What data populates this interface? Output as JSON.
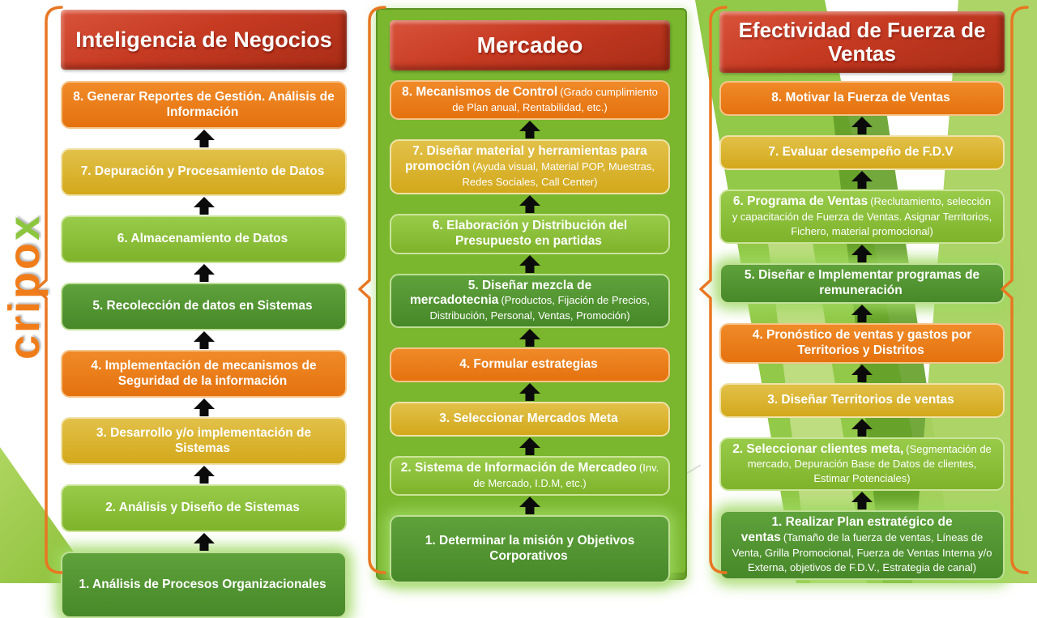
{
  "palette": {
    "header_red": "#C23A21",
    "orange": "#E87D1A",
    "gold": "#D9B32B",
    "light_green": "#8CC63E",
    "dark_green": "#53962E",
    "panel_green": "#7AB62E",
    "bracket_orange": "#E87722",
    "arrow_black": "#0B0B0B",
    "logo_orange": "#F07D1A",
    "logo_green": "#8CC63E"
  },
  "icons": {
    "up_arrow": "black solid up arrow (triangle head + stem)",
    "bracket": "orange curly-brace frame"
  },
  "logo": {
    "orange_part": "cripo",
    "green_part": "x"
  },
  "columns": [
    {
      "title": "Inteligencia de Negocios",
      "steps": [
        {
          "main": "8. Generar Reportes de Gestión. Análisis de Información",
          "note": ""
        },
        {
          "main": "7. Depuración y Procesamiento de Datos",
          "note": ""
        },
        {
          "main": "6. Almacenamiento de Datos",
          "note": ""
        },
        {
          "main": "5. Recolección de datos en Sistemas",
          "note": ""
        },
        {
          "main": "4. Implementación de mecanismos de Seguridad de la información",
          "note": ""
        },
        {
          "main": "3. Desarrollo y/o implementación de Sistemas",
          "note": ""
        },
        {
          "main": "2. Análisis y Diseño de Sistemas",
          "note": ""
        },
        {
          "main": "1. Análisis de Procesos Organizacionales",
          "note": ""
        }
      ]
    },
    {
      "title": "Mercadeo",
      "steps": [
        {
          "main": "8. Mecanismos de Control",
          "note": "(Grado cumplimiento de Plan anual, Rentabilidad, etc.)"
        },
        {
          "main": "7. Diseñar material y herramientas para promoción",
          "note": "(Ayuda visual, Material POP, Muestras, Redes Sociales, Call Center)"
        },
        {
          "main": "6. Elaboración y Distribución del Presupuesto en partidas",
          "note": ""
        },
        {
          "main": "5. Diseñar mezcla de mercadotecnia",
          "note": "(Productos, Fijación de Precios, Distribución, Personal, Ventas, Promoción)"
        },
        {
          "main": "4. Formular estrategias",
          "note": ""
        },
        {
          "main": "3. Seleccionar Mercados Meta",
          "note": ""
        },
        {
          "main": "2. Sistema de Información de Mercadeo",
          "note": "(Inv. de Mercado, I.D.M, etc.)"
        },
        {
          "main": "1. Determinar la misión y Objetivos Corporativos",
          "note": ""
        }
      ]
    },
    {
      "title": "Efectividad de Fuerza de Ventas",
      "steps": [
        {
          "main": "8. Motivar la Fuerza de Ventas",
          "note": ""
        },
        {
          "main": "7. Evaluar desempeño de F.D.V",
          "note": ""
        },
        {
          "main": "6. Programa de Ventas",
          "note": "(Reclutamiento, selección y capacitación de Fuerza de Ventas. Asignar Territorios, Fichero, material promocional)"
        },
        {
          "main": "5. Diseñar e Implementar programas de remuneración",
          "note": ""
        },
        {
          "main": "4. Pronóstico de ventas y gastos por Territorios y Distritos",
          "note": ""
        },
        {
          "main": "3. Diseñar Territorios de ventas",
          "note": ""
        },
        {
          "main": "2. Seleccionar clientes meta,",
          "note": "(Segmentación de mercado, Depuración Base de Datos de clientes, Estimar Potenciales)"
        },
        {
          "main": "1. Realizar Plan estratégico de ventas",
          "note": "(Tamaño de la fuerza de ventas, Líneas de Venta, Grilla Promocional, Fuerza de Ventas Interna y/o Externa, objetivos de F.D.V., Estrategia de canal)"
        }
      ]
    }
  ]
}
